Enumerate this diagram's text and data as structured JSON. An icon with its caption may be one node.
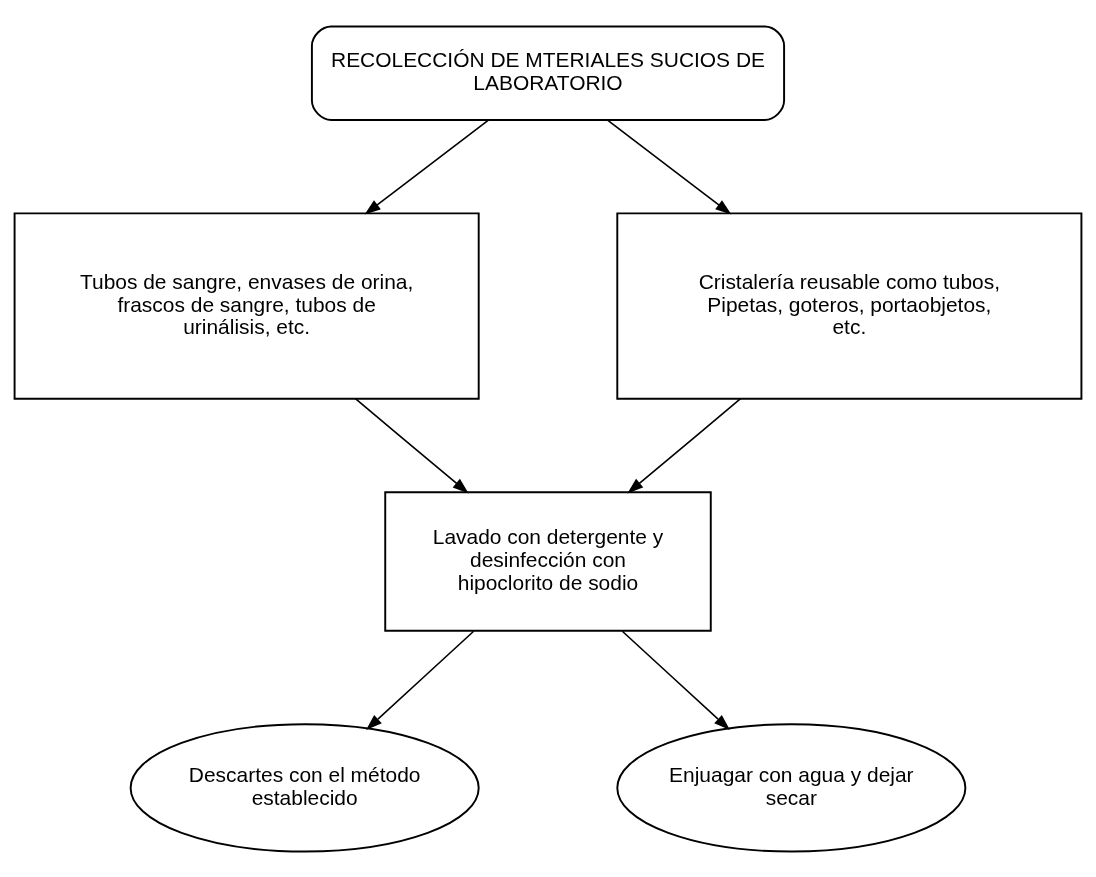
{
  "diagram": {
    "nodes": [
      {
        "text": [
          "RECOLECCIÓN DE MTERIALES SUCIOS DE LABORATORIO"
        ]
      },
      {
        "text": [
          "Tubos de sangre, envases de orina, frascos de sangre, tubos de urinálisis, etc."
        ]
      },
      {
        "text": [
          "Cristalería reusable como tubos, Pipetas, goteros, portaobjetos, etc."
        ]
      },
      {
        "text": [
          "Lavado con detergente y desinfección con hipoclorito de sodio"
        ]
      },
      {
        "text": [
          "Descartes con el método establecido"
        ]
      },
      {
        "text": [
          "Enjuagar con agua y dejar secar"
        ]
      }
    ],
    "edges": [
      {
        "from": 0,
        "to": 1,
        "arrow": "to"
      },
      {
        "from": 0,
        "to": 2,
        "arrow": "to"
      },
      {
        "from": 1,
        "to": 3,
        "arrow": "to"
      },
      {
        "from": 2,
        "to": 3,
        "arrow": "to"
      },
      {
        "from": 3,
        "to": 4,
        "arrow": "to"
      },
      {
        "from": 3,
        "to": 5,
        "arrow": "to"
      }
    ]
  }
}
